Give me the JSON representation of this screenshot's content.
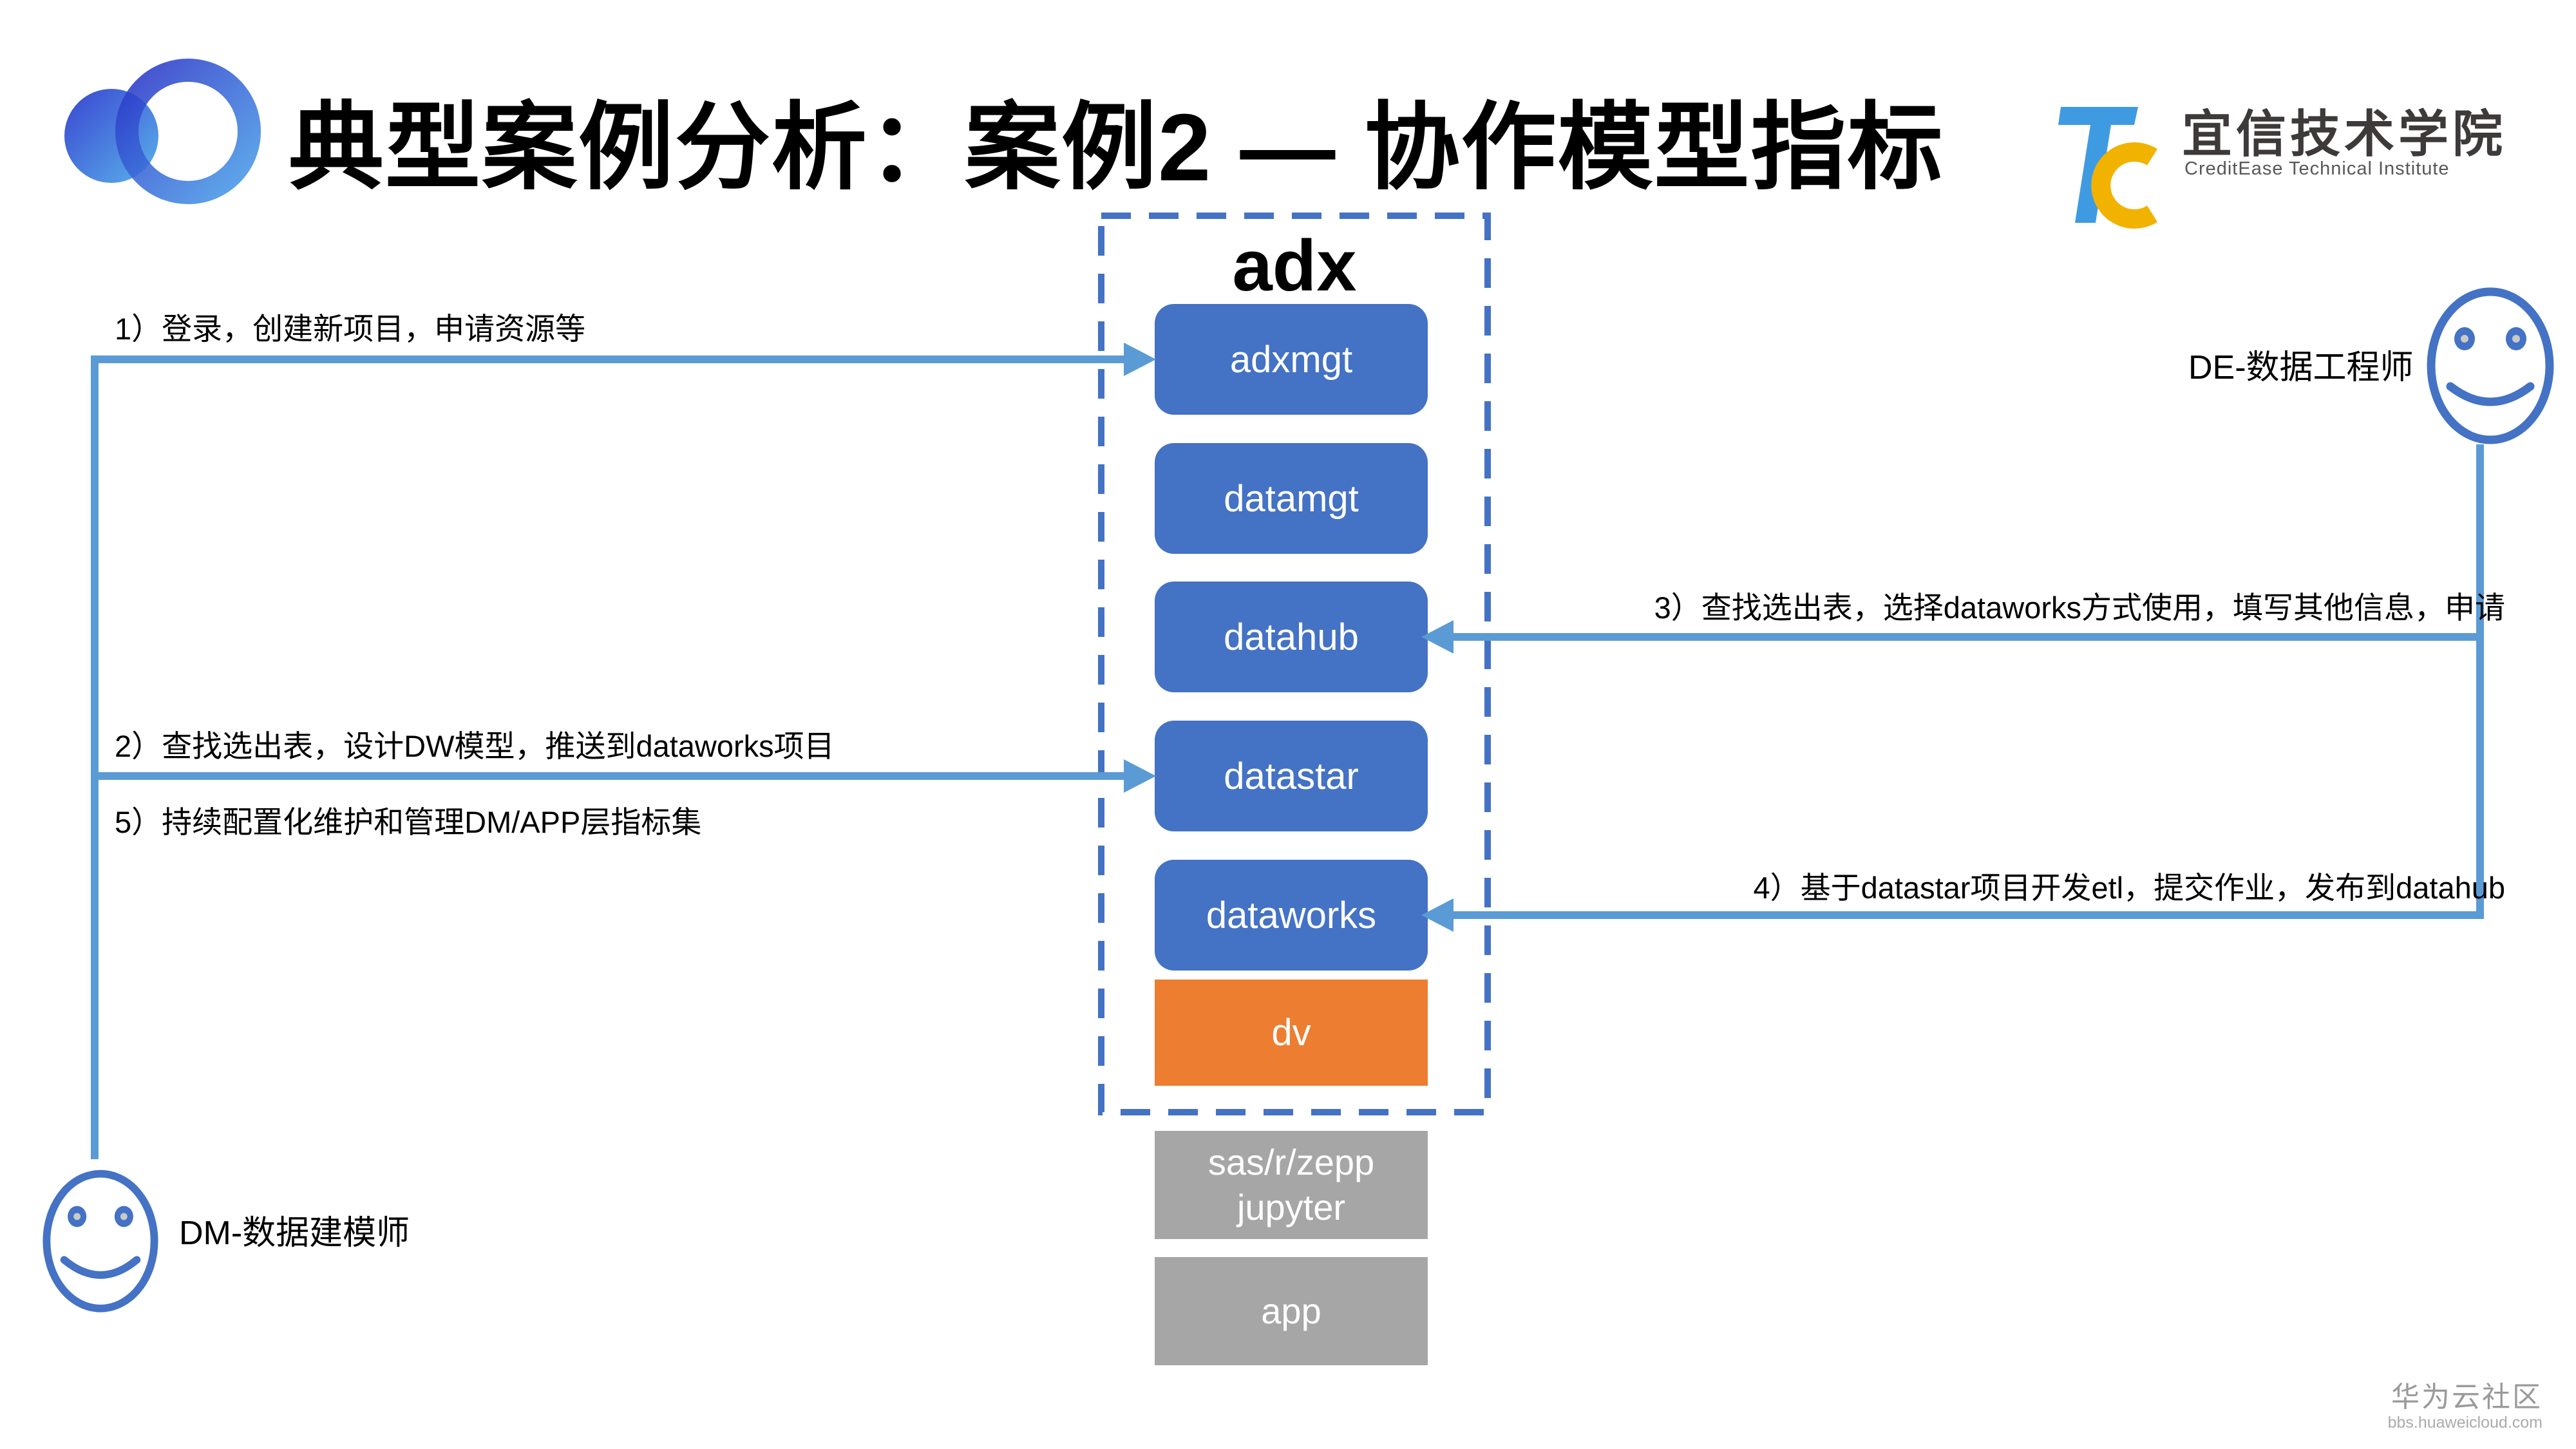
{
  "header": {
    "title": "典型案例分析：案例2 — 协作模型指标",
    "brand": {
      "name_cn": "宜信技术学院",
      "name_en": "CreditEase Technical Institute"
    }
  },
  "diagram": {
    "adx": {
      "label": "adx",
      "modules": [
        {
          "label": "adxmgt",
          "color": "#4472c4"
        },
        {
          "label": "datamgt",
          "color": "#4472c4"
        },
        {
          "label": "datahub",
          "color": "#4472c4"
        },
        {
          "label": "datastar",
          "color": "#4472c4"
        },
        {
          "label": "dataworks",
          "color": "#4472c4"
        },
        {
          "label": "dv",
          "color": "#ed7d31"
        }
      ]
    },
    "external": [
      {
        "line1": "sas/r/zepp",
        "line2": "jupyter",
        "color": "#a6a6a6"
      },
      {
        "label": "app",
        "color": "#a6a6a6"
      }
    ]
  },
  "annotations": {
    "step1": "1）登录，创建新项目，申请资源等",
    "step2": "2）查找选出表，设计DW模型，推送到dataworks项目",
    "step3": "3）查找选出表，选择dataworks方式使用，填写其他信息，申请",
    "step4": "4）基于datastar项目开发etl，提交作业，发布到datahub",
    "step5": "5）持续配置化维护和管理DM/APP层指标集"
  },
  "actors": {
    "dm": {
      "label": "DM-数据建模师"
    },
    "de": {
      "label": "DE-数据工程师"
    }
  },
  "watermark": {
    "line1": "华为云社区",
    "line2": "bbs.huaweicloud.com"
  },
  "colors": {
    "module_blue": "#4472c4",
    "module_orange": "#ed7d31",
    "module_gray": "#a6a6a6",
    "dashed_border": "#4472c4",
    "arrow_blue": "#5b9bd5",
    "smiley_blue": "#4472c4",
    "brand_blue": "#3f9be1",
    "brand_yellow": "#f2b200",
    "logo_dark_blue": "#2e3bcf",
    "logo_light_blue": "#4aa0e8"
  }
}
